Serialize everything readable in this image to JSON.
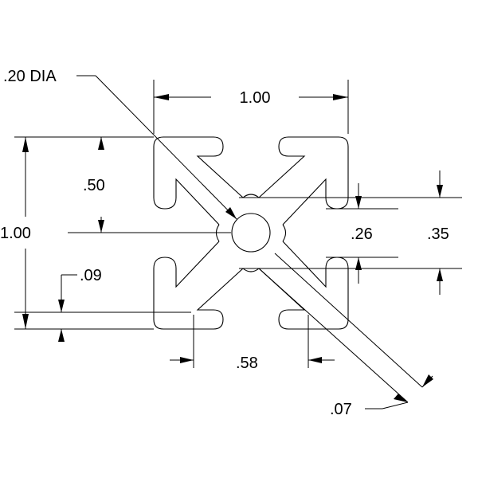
{
  "drawing": {
    "labels": {
      "hole_dia": ".20 DIA",
      "overall_width": "1.00",
      "overall_height": "1.00",
      "half_height": ".50",
      "lip_thickness": ".09",
      "slot_opening": ".26",
      "slot_depth_span": ".35",
      "slot_width": ".58",
      "web_thickness": ".07"
    },
    "colors": {
      "line": "#000000",
      "background": "#ffffff"
    }
  }
}
